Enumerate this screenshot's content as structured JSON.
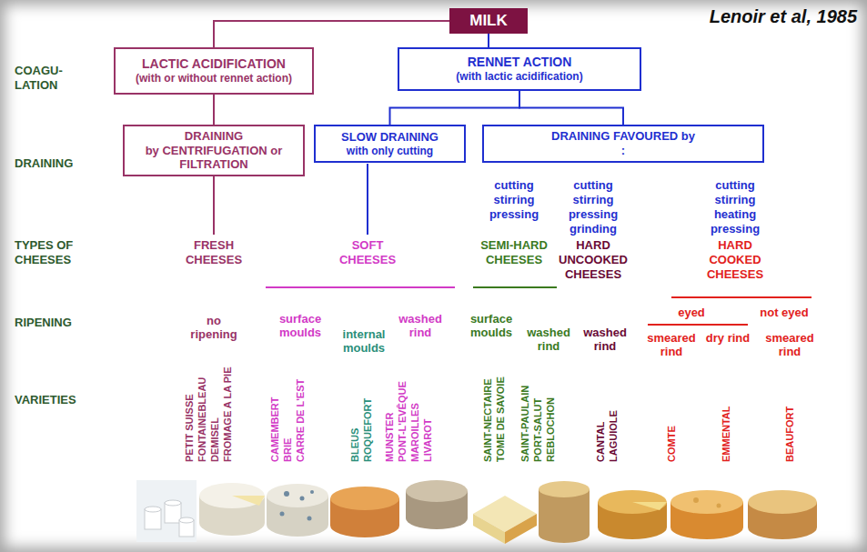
{
  "diagram": {
    "nodes": [
      {
        "text": [
          "MILK"
        ]
      },
      {
        "text": [
          "LACTIC ACIDIFICATION",
          "(with or without rennet action)"
        ]
      },
      {
        "text": [
          "RENNET ACTION",
          "(with lactic acidification)"
        ]
      },
      {
        "text": [
          "DRAINING",
          "by CENTRIFUGATION or FILTRATION"
        ]
      },
      {
        "text": [
          "SLOW DRAINING",
          "with only cutting"
        ]
      },
      {
        "text": [
          "DRAINING FAVOURED by :"
        ]
      }
    ],
    "edges": [
      {
        "from": 0,
        "to": 1,
        "arrow": "none"
      },
      {
        "from": 0,
        "to": 2,
        "arrow": "none"
      },
      {
        "from": 1,
        "to": 3,
        "arrow": "none"
      },
      {
        "from": 2,
        "to": 4,
        "arrow": "none"
      },
      {
        "from": 2,
        "to": 5,
        "arrow": "none"
      }
    ],
    "labels": [
      "Lenoir et al, 1985",
      "COAGU- LATION",
      "DRAINING",
      "TYPES OF CHEESES",
      "RIPENING",
      "VARIETIES",
      "cutting stirring pressing",
      "cutting stirring pressing grinding",
      "cutting stirring heating pressing",
      "FRESH CHEESES",
      "SOFT CHEESES",
      "SEMI-HARD CHEESES",
      "HARD UNCOOKED CHEESES",
      "HARD COOKED CHEESES",
      "no ripening",
      "surface moulds",
      "internal moulds",
      "washed rind",
      "surface moulds",
      "washed rind",
      "washed rind",
      "eyed",
      "not eyed",
      "smeared rind",
      "dry rind",
      "smeared rind",
      "PETIT SUISSE",
      "FONTAINEBLEAU",
      "DEMISEL",
      "FROMAGE A LA PIE",
      "CAMEMBERT",
      "BRIE",
      "CARRE DE L'EST",
      "BLEUS",
      "ROQUEFORT",
      "MUNSTER",
      "PONT-L'EVÊQUE",
      "MAROILLES",
      "LIVAROT",
      "SAINT-NECTAIRE",
      "TOME DE SAVOIE",
      "SAINT-PAULAIN",
      "PORT-SALUT",
      "REBLOCHON",
      "CANTAL",
      "LAGUIOLE",
      "COMTE",
      "EMMENTAL",
      "BEAUFORT"
    ]
  }
}
